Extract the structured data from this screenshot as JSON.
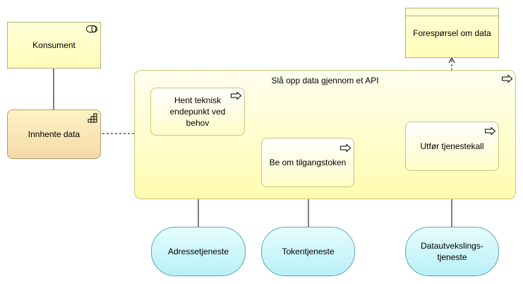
{
  "diagram": {
    "consumer_label": "Konsument",
    "fetch_data_label": "Innhente data",
    "data_request_label": "Forespørsel om data",
    "api_lookup_label": "Slå opp data gjennom et API",
    "get_endpoint_label": "Hent teknisk endepunkt ved behov",
    "request_token_label": "Be om tilgangstoken",
    "perform_call_label": "Utfør tjenestekall",
    "address_service_label": "Adressetjeneste",
    "token_service_label": "Tokentjeneste",
    "data_exchange_service_label": "Datautvekslings-\ntjeneste"
  },
  "colors": {
    "business_yellow": "#fffcb8",
    "function_orange": "#f3d9a8",
    "service_cyan": "#b8f0f6",
    "line": "#000000"
  }
}
